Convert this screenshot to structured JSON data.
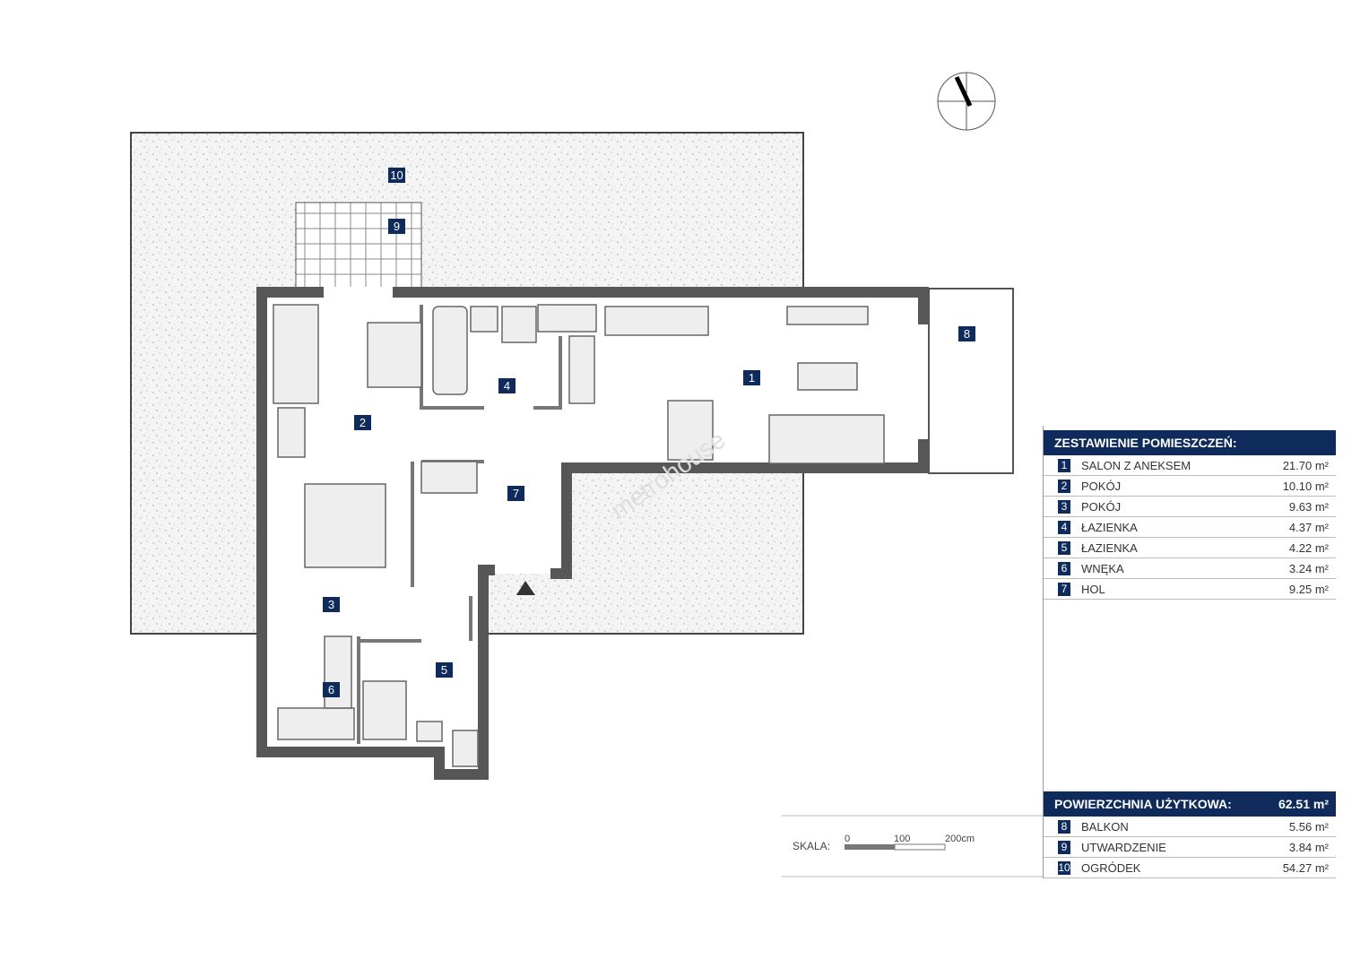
{
  "rooms_header": "ZESTAWIENIE POMIESZCZEŃ:",
  "rooms": [
    {
      "num": "1",
      "name": "SALON Z ANEKSEM",
      "area": "21.70 m²"
    },
    {
      "num": "2",
      "name": "POKÓJ",
      "area": "10.10 m²"
    },
    {
      "num": "3",
      "name": "POKÓJ",
      "area": "9.63 m²"
    },
    {
      "num": "4",
      "name": "ŁAZIENKA",
      "area": "4.37 m²"
    },
    {
      "num": "5",
      "name": "ŁAZIENKA",
      "area": "4.22 m²"
    },
    {
      "num": "6",
      "name": "WNĘKA",
      "area": "3.24 m²"
    },
    {
      "num": "7",
      "name": "HOL",
      "area": "9.25 m²"
    }
  ],
  "usable_label": "POWIERZCHNIA UŻYTKOWA:",
  "usable_area": "62.51 m²",
  "extras": [
    {
      "num": "8",
      "name": "BALKON",
      "area": "5.56 m²"
    },
    {
      "num": "9",
      "name": "UTWARDZENIE",
      "area": "3.84 m²"
    },
    {
      "num": "10",
      "name": "OGRÓDEK",
      "area": "54.27 m²"
    }
  ],
  "scale": {
    "label": "SKALA:",
    "t0": "0",
    "t1": "100",
    "t2": "200cm"
  },
  "watermark": "metrohouse",
  "colors": {
    "navy": "#0f2b5b",
    "wall": "#575757"
  }
}
